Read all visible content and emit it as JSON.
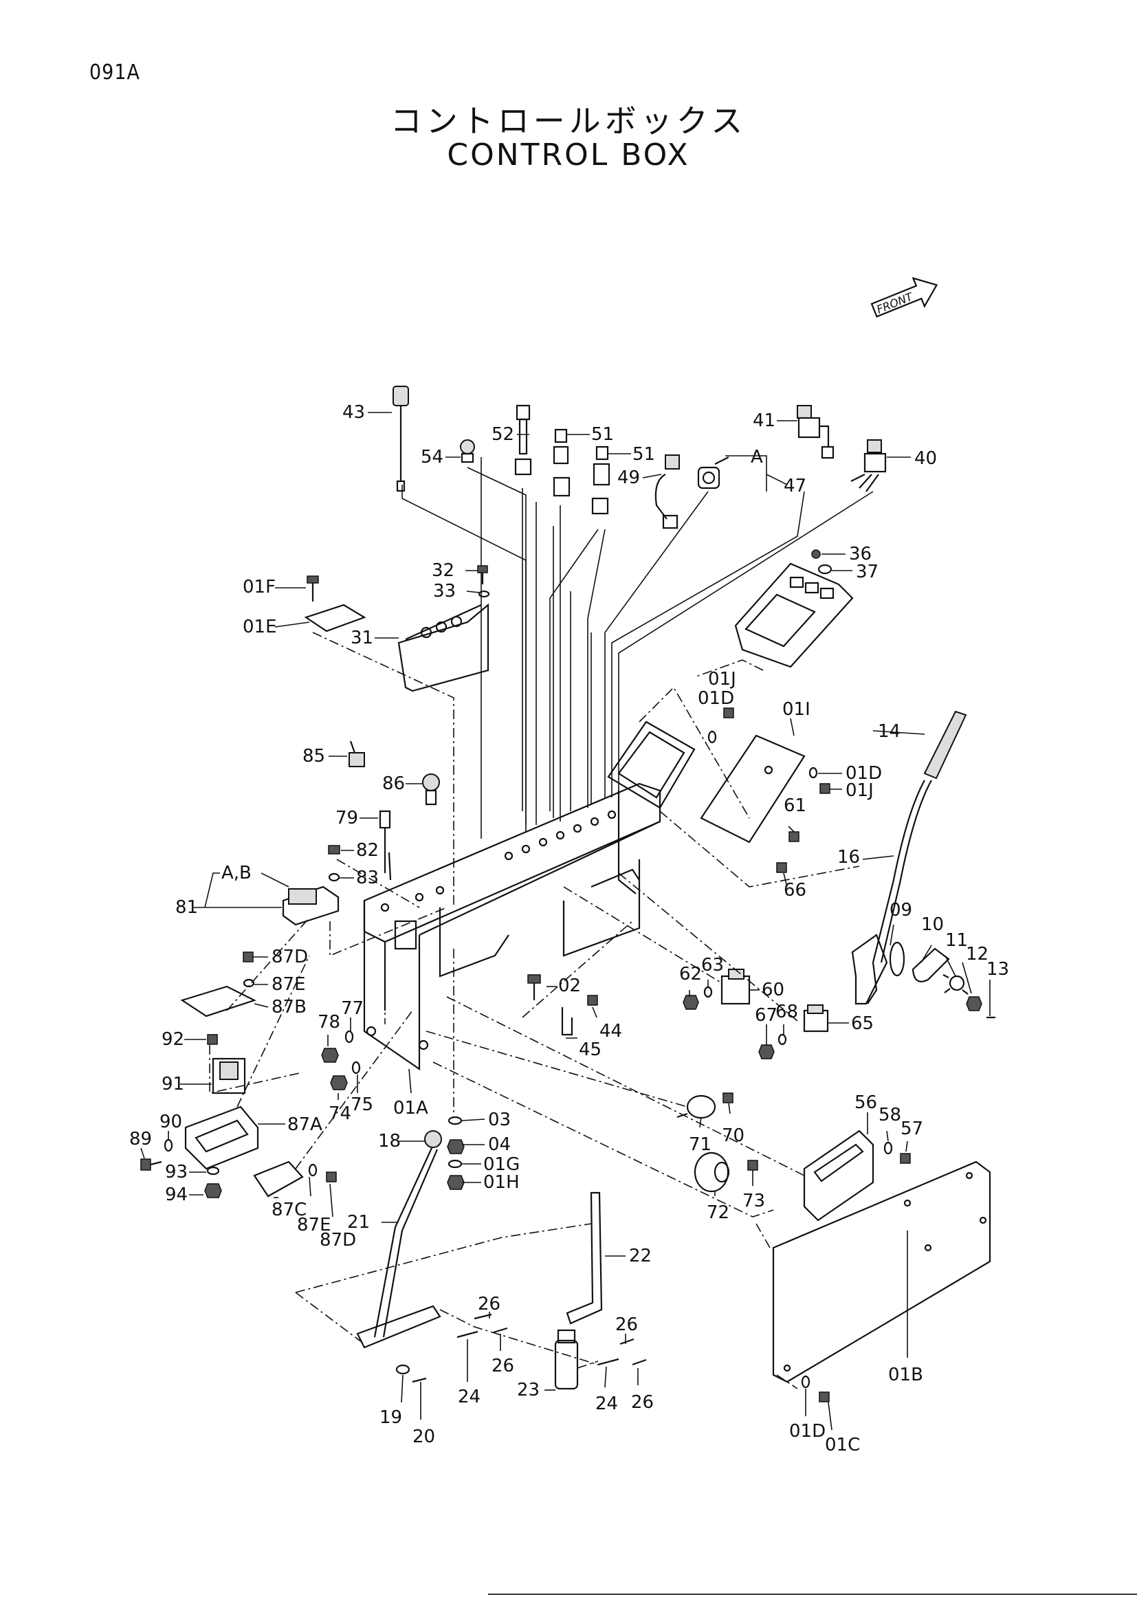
{
  "page_id": "091A",
  "title_jp": "コントロールボックス",
  "title_en": "CONTROL BOX",
  "front_label": "FRONT",
  "callouts": [
    {
      "id": "c43",
      "text": "43"
    },
    {
      "id": "c52",
      "text": "52"
    },
    {
      "id": "c51a",
      "text": "51"
    },
    {
      "id": "c51b",
      "text": "51"
    },
    {
      "id": "c54",
      "text": "54"
    },
    {
      "id": "c49",
      "text": "49"
    },
    {
      "id": "c41",
      "text": "41"
    },
    {
      "id": "cA1",
      "text": "A"
    },
    {
      "id": "c47",
      "text": "47"
    },
    {
      "id": "c40",
      "text": "40"
    },
    {
      "id": "c36",
      "text": "36"
    },
    {
      "id": "c37",
      "text": "37"
    },
    {
      "id": "c32",
      "text": "32"
    },
    {
      "id": "c33",
      "text": "33"
    },
    {
      "id": "c01F",
      "text": "01F"
    },
    {
      "id": "c01E",
      "text": "01E"
    },
    {
      "id": "c31",
      "text": "31"
    },
    {
      "id": "c01J_a",
      "text": "01J"
    },
    {
      "id": "c01D_a",
      "text": "01D"
    },
    {
      "id": "c01I",
      "text": "01I"
    },
    {
      "id": "c14",
      "text": "14"
    },
    {
      "id": "c01D_b",
      "text": "01D"
    },
    {
      "id": "c01J_b",
      "text": "01J"
    },
    {
      "id": "c85",
      "text": "85"
    },
    {
      "id": "c86",
      "text": "86"
    },
    {
      "id": "c79",
      "text": "79"
    },
    {
      "id": "c82",
      "text": "82"
    },
    {
      "id": "c83",
      "text": "83"
    },
    {
      "id": "cAB",
      "text": "A,B"
    },
    {
      "id": "c81",
      "text": "81"
    },
    {
      "id": "c61",
      "text": "61"
    },
    {
      "id": "c16",
      "text": "16"
    },
    {
      "id": "c66",
      "text": "66"
    },
    {
      "id": "c09",
      "text": "09"
    },
    {
      "id": "c10",
      "text": "10"
    },
    {
      "id": "c11",
      "text": "11"
    },
    {
      "id": "c12",
      "text": "12"
    },
    {
      "id": "c13",
      "text": "13"
    },
    {
      "id": "c87D_a",
      "text": "87D"
    },
    {
      "id": "c87E_a",
      "text": "87E"
    },
    {
      "id": "c87B",
      "text": "87B"
    },
    {
      "id": "c62",
      "text": "62"
    },
    {
      "id": "c63",
      "text": "63"
    },
    {
      "id": "c60",
      "text": "60"
    },
    {
      "id": "c02",
      "text": "02"
    },
    {
      "id": "c78",
      "text": "78"
    },
    {
      "id": "c77",
      "text": "77"
    },
    {
      "id": "c67",
      "text": "67"
    },
    {
      "id": "c68",
      "text": "68"
    },
    {
      "id": "c65",
      "text": "65"
    },
    {
      "id": "c44",
      "text": "44"
    },
    {
      "id": "c45",
      "text": "45"
    },
    {
      "id": "c92",
      "text": "92"
    },
    {
      "id": "c91",
      "text": "91"
    },
    {
      "id": "c74",
      "text": "74"
    },
    {
      "id": "c75",
      "text": "75"
    },
    {
      "id": "c01A",
      "text": "01A"
    },
    {
      "id": "c87A",
      "text": "87A"
    },
    {
      "id": "c90",
      "text": "90"
    },
    {
      "id": "c89",
      "text": "89"
    },
    {
      "id": "c03",
      "text": "03"
    },
    {
      "id": "c04",
      "text": "04"
    },
    {
      "id": "c18",
      "text": "18"
    },
    {
      "id": "c01G",
      "text": "01G"
    },
    {
      "id": "c01H",
      "text": "01H"
    },
    {
      "id": "c93",
      "text": "93"
    },
    {
      "id": "c94",
      "text": "94"
    },
    {
      "id": "c87C",
      "text": "87C"
    },
    {
      "id": "c87E_b",
      "text": "87E"
    },
    {
      "id": "c87D_b",
      "text": "87D"
    },
    {
      "id": "c56",
      "text": "56"
    },
    {
      "id": "c58",
      "text": "58"
    },
    {
      "id": "c57",
      "text": "57"
    },
    {
      "id": "c71",
      "text": "71"
    },
    {
      "id": "c70",
      "text": "70"
    },
    {
      "id": "c72",
      "text": "72"
    },
    {
      "id": "c73",
      "text": "73"
    },
    {
      "id": "c21",
      "text": "21"
    },
    {
      "id": "c22",
      "text": "22"
    },
    {
      "id": "c26a",
      "text": "26"
    },
    {
      "id": "c26b",
      "text": "26"
    },
    {
      "id": "c26c",
      "text": "26"
    },
    {
      "id": "c26d",
      "text": "26"
    },
    {
      "id": "c24a",
      "text": "24"
    },
    {
      "id": "c24b",
      "text": "24"
    },
    {
      "id": "c23",
      "text": "23"
    },
    {
      "id": "c19",
      "text": "19"
    },
    {
      "id": "c20",
      "text": "20"
    },
    {
      "id": "c01B",
      "text": "01B"
    },
    {
      "id": "c01D_c",
      "text": "01D"
    },
    {
      "id": "c01C",
      "text": "01C"
    }
  ]
}
